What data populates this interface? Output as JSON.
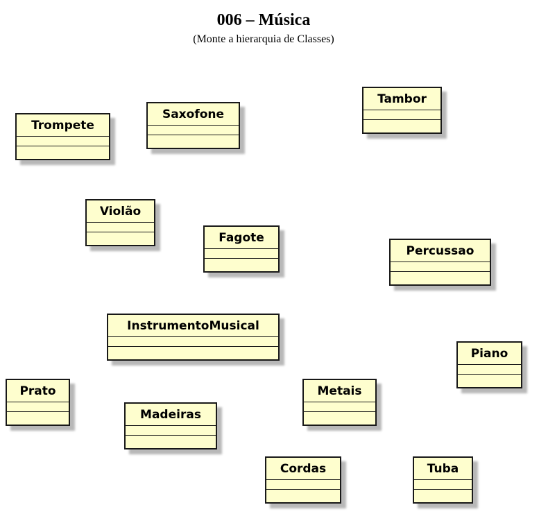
{
  "diagram": {
    "title": "006 – Música",
    "subtitle": "(Monte a hierarquia de Classes)",
    "classes": [
      {
        "name": "Trompete"
      },
      {
        "name": "Saxofone"
      },
      {
        "name": "Tambor"
      },
      {
        "name": "Violão"
      },
      {
        "name": "Fagote"
      },
      {
        "name": "Percussao"
      },
      {
        "name": "InstrumentoMusical"
      },
      {
        "name": "Piano"
      },
      {
        "name": "Prato"
      },
      {
        "name": "Metais"
      },
      {
        "name": "Madeiras"
      },
      {
        "name": "Cordas"
      },
      {
        "name": "Tuba"
      }
    ]
  }
}
